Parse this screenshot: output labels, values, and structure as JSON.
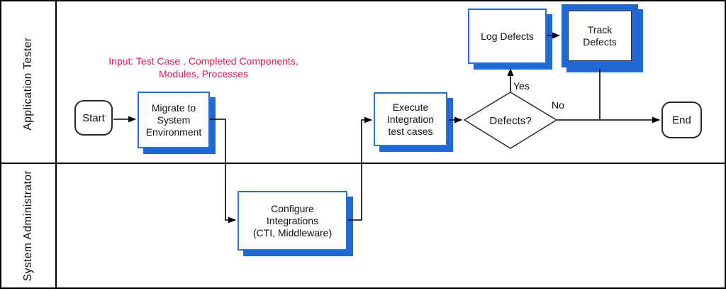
{
  "lanes": [
    {
      "label": "Application Tester"
    },
    {
      "label": "System Administrator"
    }
  ],
  "annotation": {
    "text": "Input: Test Case , Completed Components,\nModules, Processes",
    "color": "#ed1650"
  },
  "nodes": {
    "start": {
      "type": "terminator",
      "label": "Start"
    },
    "migrate": {
      "type": "process",
      "label": "Migrate to\nSystem\nEnvironment"
    },
    "configure": {
      "type": "process",
      "label": "Configure\nIntegrations\n(CTI, Middleware)"
    },
    "execute": {
      "type": "process",
      "label": "Execute\nIntegration\ntest cases"
    },
    "decision": {
      "type": "decision",
      "label": "Defects?"
    },
    "log_defects": {
      "type": "process",
      "label": "Log Defects"
    },
    "track_defects": {
      "type": "process-emphasized",
      "label": "Track\nDefects"
    },
    "end": {
      "type": "terminator",
      "label": "End"
    }
  },
  "edges": {
    "yes_label": "Yes",
    "no_label": "No"
  },
  "colors": {
    "accent_blue": "#2268d2",
    "annotation_red": "#ed1650",
    "line": "#000000",
    "background": "#ffffff"
  }
}
